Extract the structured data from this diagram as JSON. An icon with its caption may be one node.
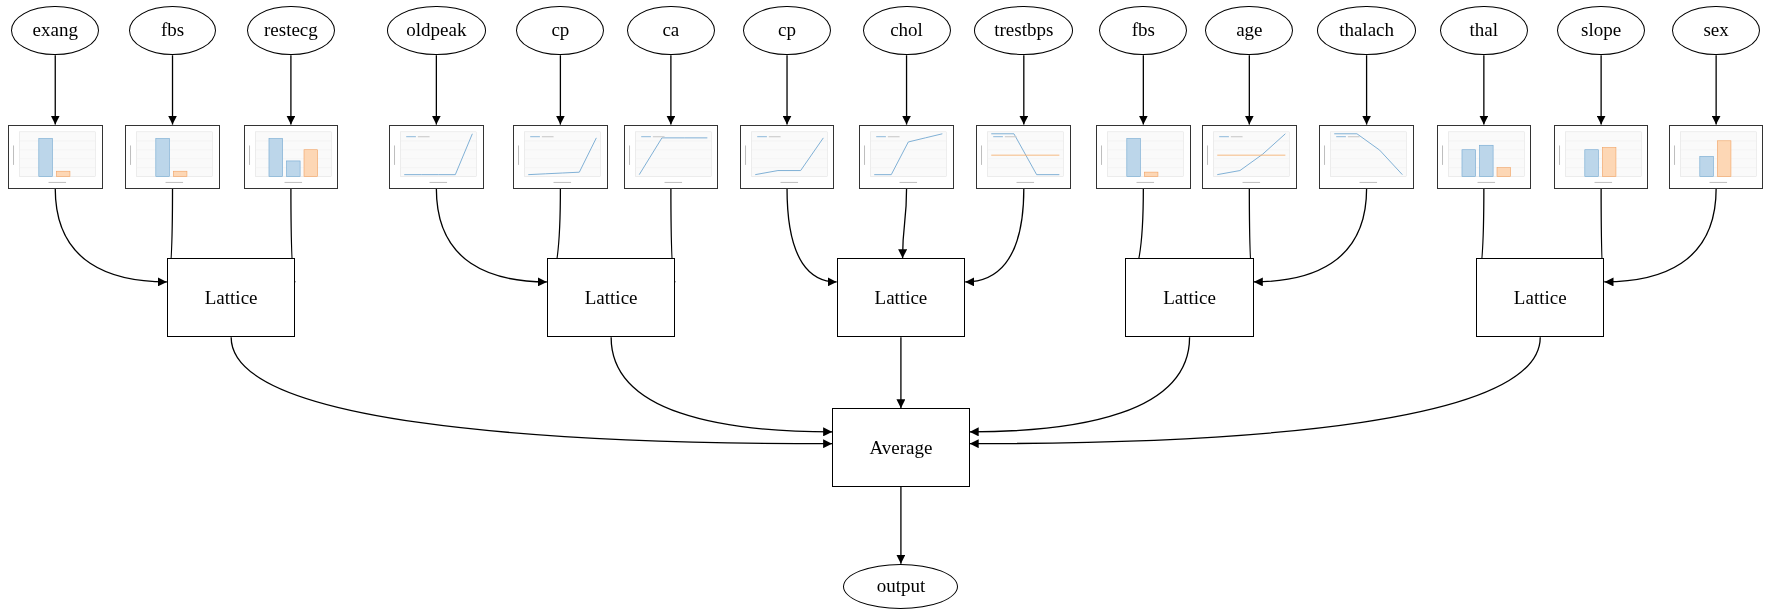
{
  "diagram": {
    "nodes": [
      {
        "text": [
          "exang"
        ]
      },
      {
        "text": [
          "fbs"
        ]
      },
      {
        "text": [
          "restecg"
        ]
      },
      {
        "text": [
          "oldpeak"
        ]
      },
      {
        "text": [
          "cp"
        ]
      },
      {
        "text": [
          "ca"
        ]
      },
      {
        "text": [
          "cp"
        ]
      },
      {
        "text": [
          "chol"
        ]
      },
      {
        "text": [
          "trestbps"
        ]
      },
      {
        "text": [
          "fbs"
        ]
      },
      {
        "text": [
          "age"
        ]
      },
      {
        "text": [
          "thalach"
        ]
      },
      {
        "text": [
          "thal"
        ]
      },
      {
        "text": [
          "slope"
        ]
      },
      {
        "text": [
          "sex"
        ]
      },
      {
        "text": [],
        "shape": "picture"
      },
      {
        "text": [],
        "shape": "picture"
      },
      {
        "text": [],
        "shape": "picture"
      },
      {
        "text": [],
        "shape": "picture"
      },
      {
        "text": [],
        "shape": "picture"
      },
      {
        "text": [],
        "shape": "picture"
      },
      {
        "text": [],
        "shape": "picture"
      },
      {
        "text": [],
        "shape": "picture"
      },
      {
        "text": [],
        "shape": "picture"
      },
      {
        "text": [],
        "shape": "picture"
      },
      {
        "text": [],
        "shape": "picture"
      },
      {
        "text": [],
        "shape": "picture"
      },
      {
        "text": [],
        "shape": "picture"
      },
      {
        "text": [],
        "shape": "picture"
      },
      {
        "text": [],
        "shape": "picture"
      },
      {
        "text": [
          "Lattice"
        ]
      },
      {
        "text": [
          "Lattice"
        ]
      },
      {
        "text": [
          "Lattice"
        ]
      },
      {
        "text": [
          "Lattice"
        ]
      },
      {
        "text": [
          "Lattice"
        ]
      },
      {
        "text": [
          "Average"
        ]
      },
      {
        "text": [
          "output"
        ]
      }
    ],
    "edges": [
      {
        "from": 0,
        "to": 15,
        "arrow": "to"
      },
      {
        "from": 1,
        "to": 16,
        "arrow": "to"
      },
      {
        "from": 2,
        "to": 17,
        "arrow": "to"
      },
      {
        "from": 3,
        "to": 18,
        "arrow": "to"
      },
      {
        "from": 4,
        "to": 19,
        "arrow": "to"
      },
      {
        "from": 5,
        "to": 20,
        "arrow": "to"
      },
      {
        "from": 6,
        "to": 21,
        "arrow": "to"
      },
      {
        "from": 7,
        "to": 22,
        "arrow": "to"
      },
      {
        "from": 8,
        "to": 23,
        "arrow": "to"
      },
      {
        "from": 9,
        "to": 24,
        "arrow": "to"
      },
      {
        "from": 10,
        "to": 25,
        "arrow": "to"
      },
      {
        "from": 11,
        "to": 26,
        "arrow": "to"
      },
      {
        "from": 12,
        "to": 27,
        "arrow": "to"
      },
      {
        "from": 13,
        "to": 28,
        "arrow": "to"
      },
      {
        "from": 14,
        "to": 29,
        "arrow": "to"
      },
      {
        "from": 15,
        "to": 30,
        "arrow": "to"
      },
      {
        "from": 16,
        "to": 30,
        "arrow": "to"
      },
      {
        "from": 17,
        "to": 30,
        "arrow": "to"
      },
      {
        "from": 18,
        "to": 31,
        "arrow": "to"
      },
      {
        "from": 19,
        "to": 31,
        "arrow": "to"
      },
      {
        "from": 20,
        "to": 31,
        "arrow": "to"
      },
      {
        "from": 21,
        "to": 32,
        "arrow": "to"
      },
      {
        "from": 22,
        "to": 32,
        "arrow": "to"
      },
      {
        "from": 23,
        "to": 32,
        "arrow": "to"
      },
      {
        "from": 24,
        "to": 33,
        "arrow": "to"
      },
      {
        "from": 25,
        "to": 33,
        "arrow": "to"
      },
      {
        "from": 26,
        "to": 33,
        "arrow": "to"
      },
      {
        "from": 27,
        "to": 34,
        "arrow": "to"
      },
      {
        "from": 28,
        "to": 34,
        "arrow": "to"
      },
      {
        "from": 29,
        "to": 34,
        "arrow": "to"
      },
      {
        "from": 30,
        "to": 35,
        "arrow": "to"
      },
      {
        "from": 31,
        "to": 35,
        "arrow": "to"
      },
      {
        "from": 32,
        "to": 35,
        "arrow": "to"
      },
      {
        "from": 33,
        "to": 35,
        "arrow": "to"
      },
      {
        "from": 34,
        "to": 35,
        "arrow": "to"
      },
      {
        "from": 35,
        "to": 36,
        "arrow": "to"
      }
    ]
  }
}
